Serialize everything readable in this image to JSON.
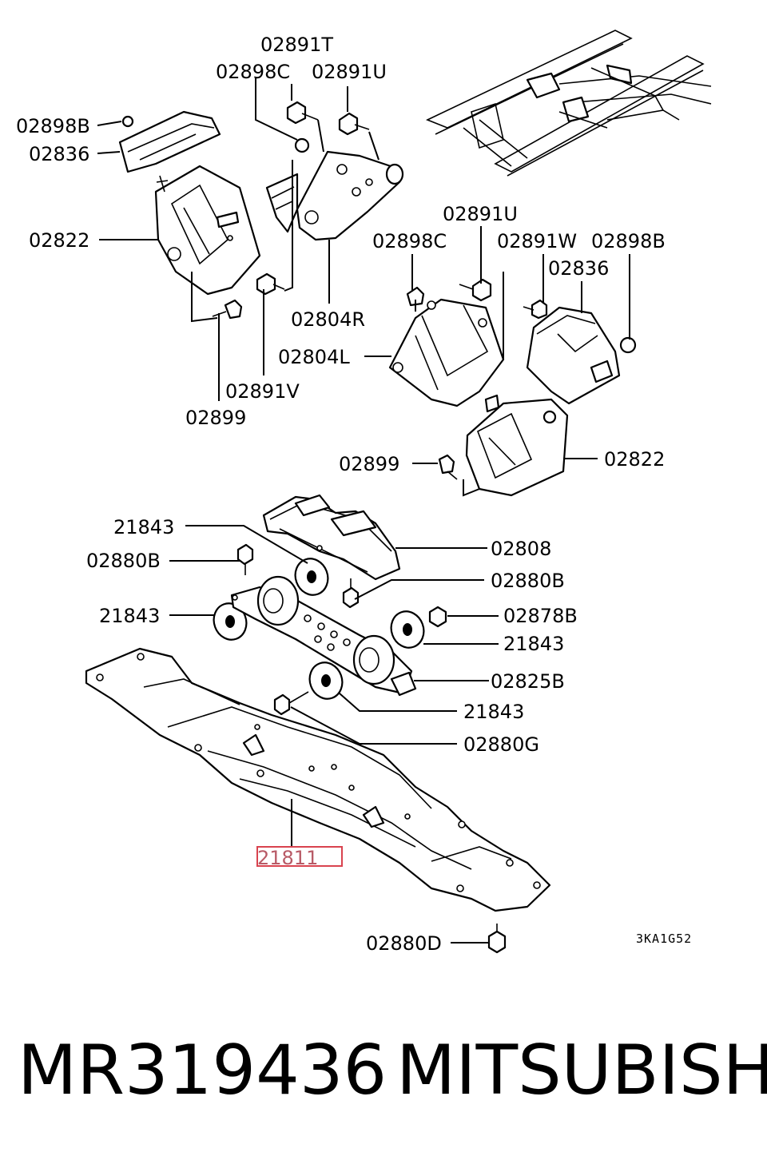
{
  "diagram": {
    "labels": {
      "l1": "02891T",
      "l2": "02898C",
      "l3": "02891U",
      "l4": "02898B",
      "l5": "02836",
      "l6": "02822",
      "l7": "02804R",
      "l8": "02891V",
      "l9": "02899",
      "l10": "02891U",
      "l11": "02898C",
      "l12": "02891W",
      "l13": "02898B",
      "l14": "02836",
      "l15": "02804L",
      "l16": "02899",
      "l17": "02822",
      "l18": "21843",
      "l19": "02808",
      "l20": "02880B",
      "l21": "02880B",
      "l22": "21843",
      "l23": "02878B",
      "l24": "21843",
      "l25": "02825B",
      "l26": "21843",
      "l27": "02880G",
      "l28": "21811",
      "l29": "02880D"
    },
    "code": "3KA1G52",
    "highlight_color": "#d9434f"
  },
  "footer": {
    "part_number": "MR319436",
    "brand": "MITSUBISHI"
  }
}
